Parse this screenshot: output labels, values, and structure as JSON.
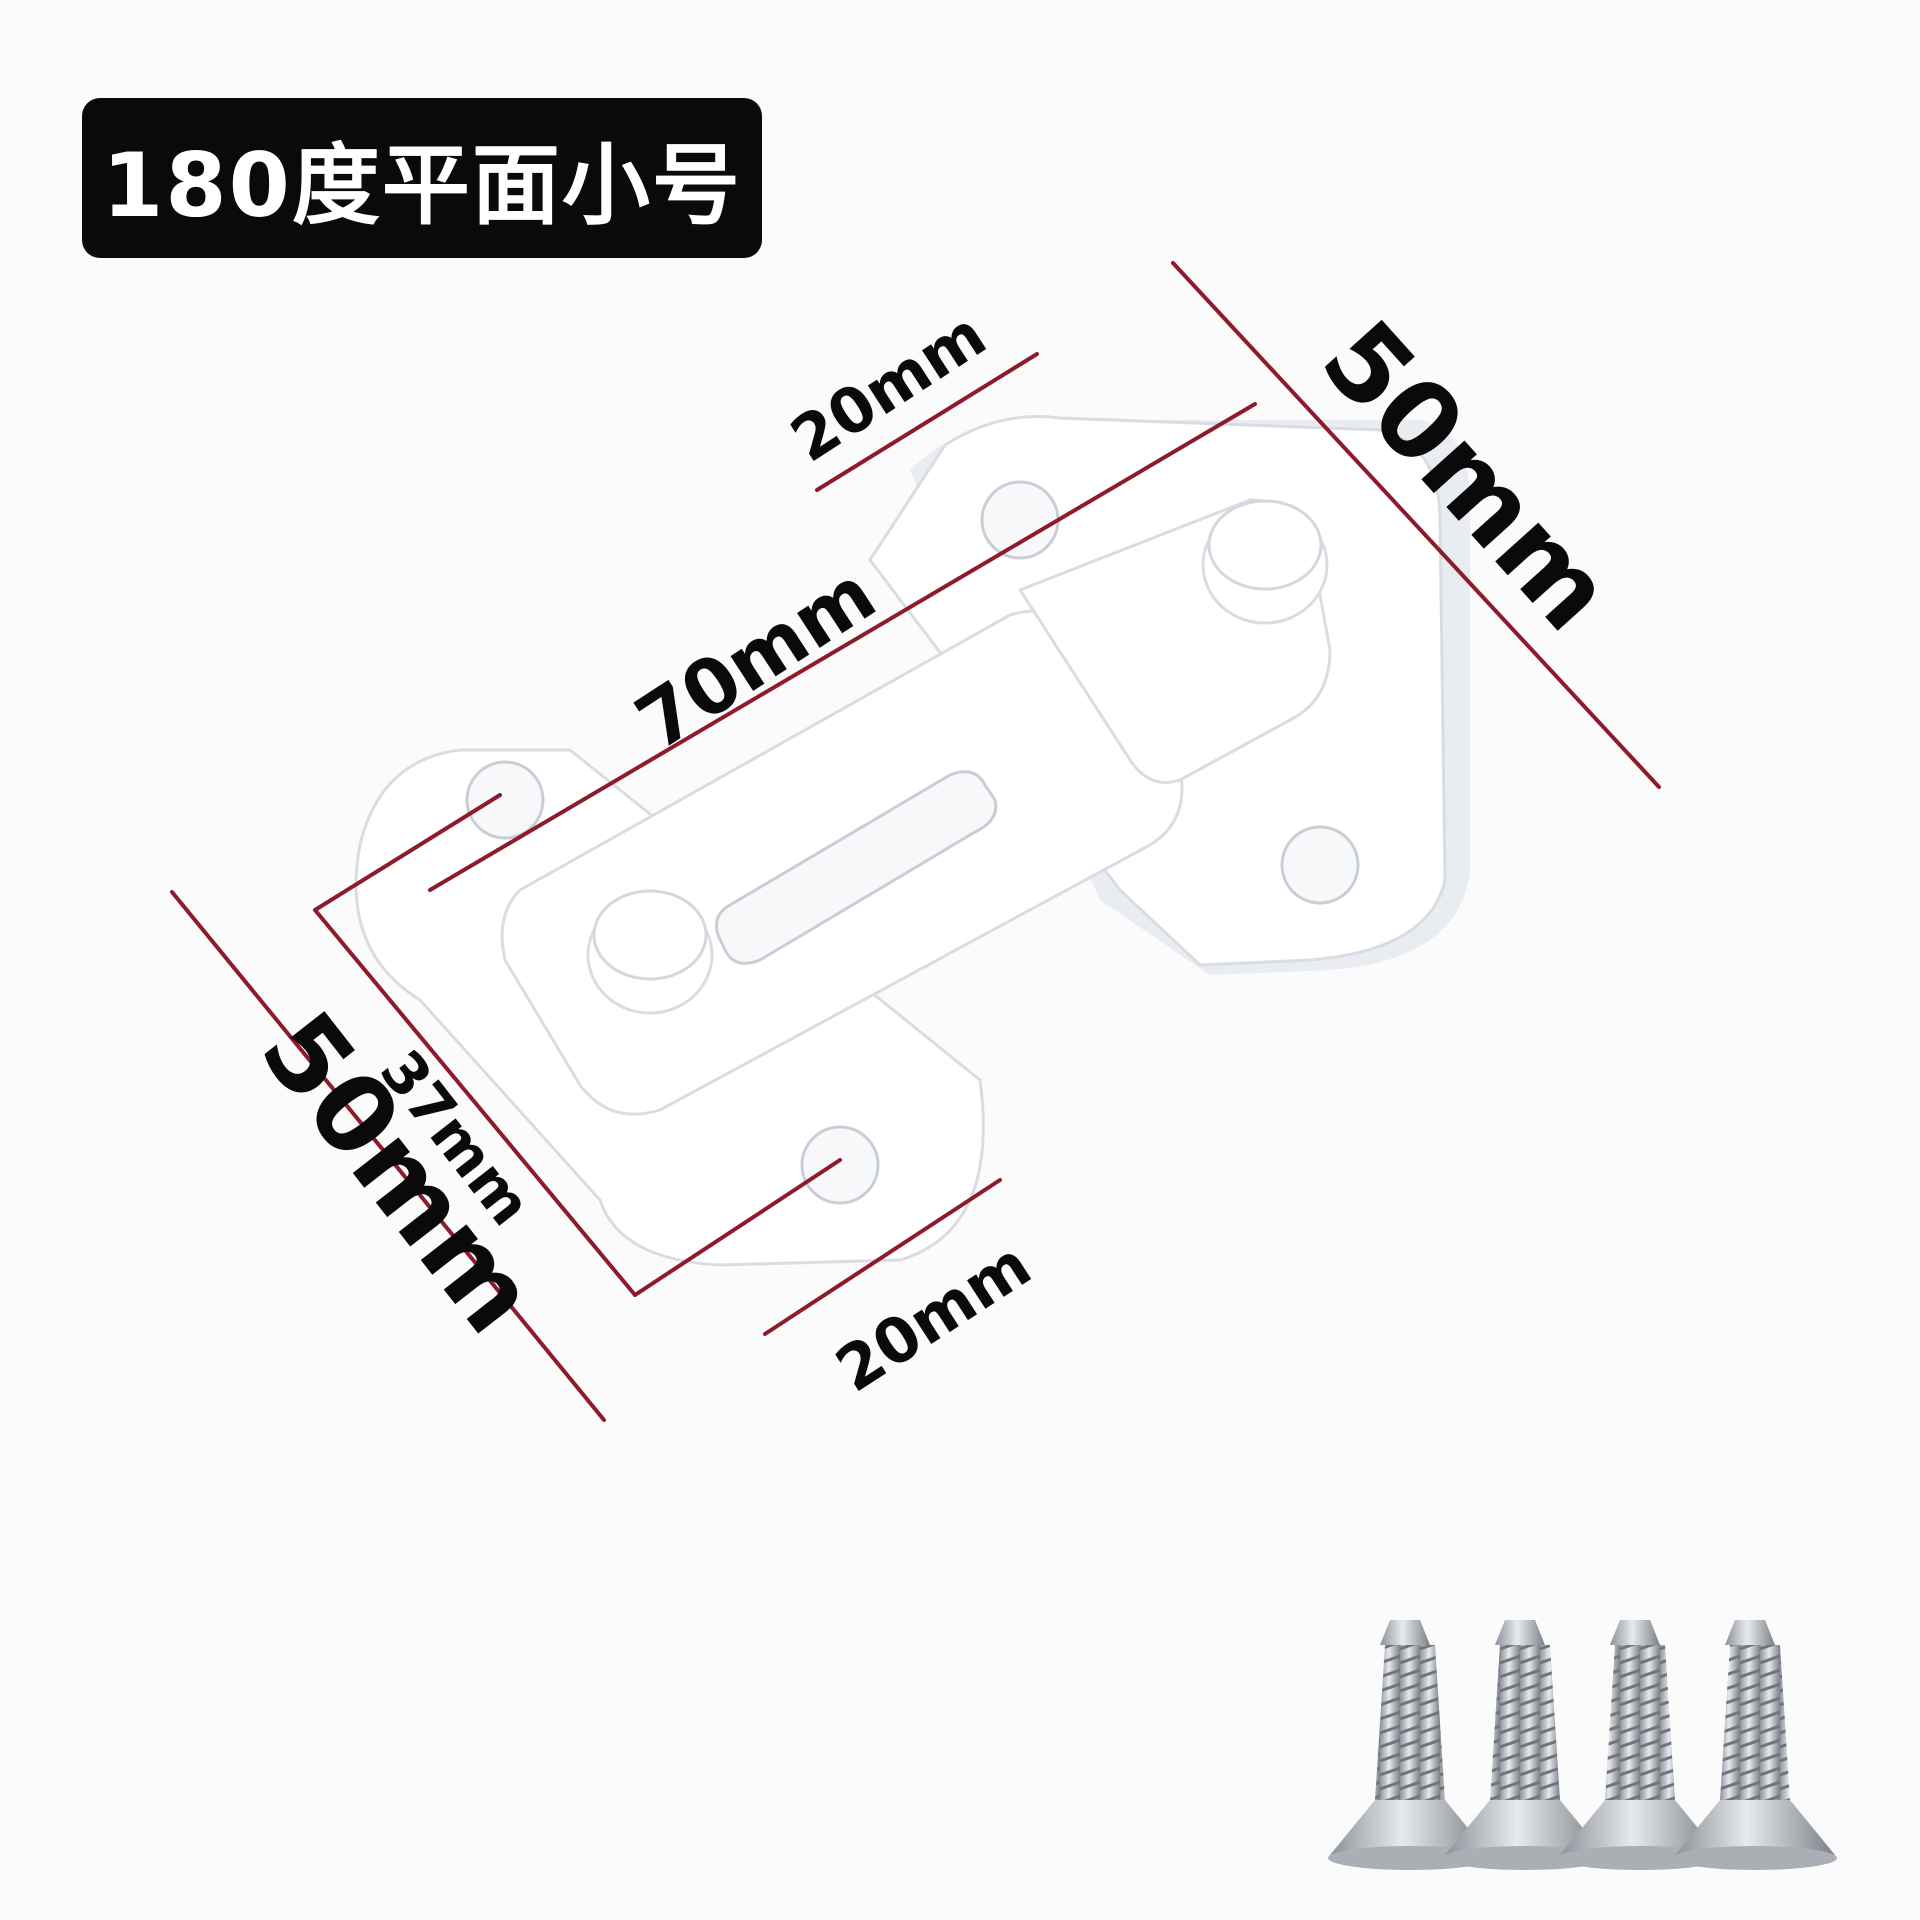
{
  "title": "180度平面小号",
  "dimensions": {
    "top_width": "20mm",
    "bottom_width": "20mm",
    "length": "70mm",
    "height_left": "50mm",
    "height_right": "50mm",
    "inner_height": "37mm"
  },
  "colors": {
    "badge_background": "#0a0a0a",
    "badge_text": "#ffffff",
    "dimension_line": "#8e1a2b",
    "latch": "#ffffff",
    "screw": "#b9bec4"
  }
}
